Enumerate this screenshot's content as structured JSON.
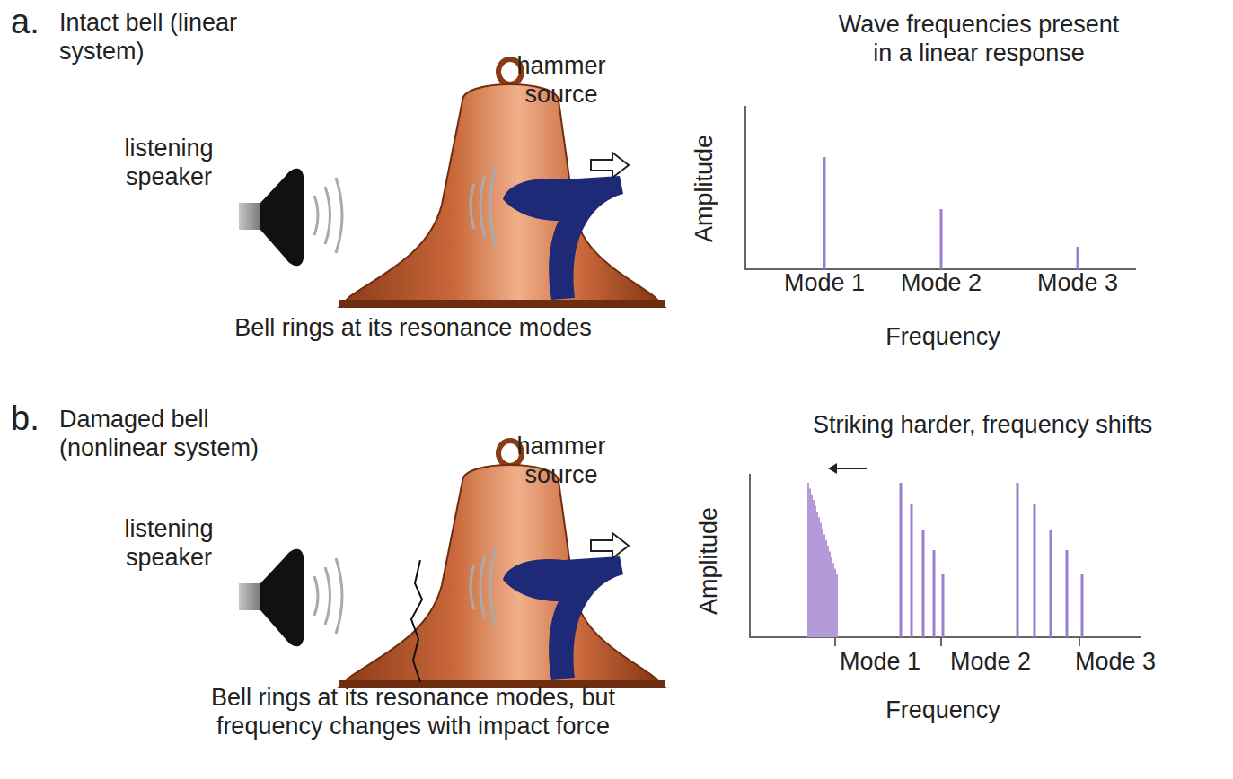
{
  "diagram": {
    "labels": [
      "a.",
      "Intact bell (linear system)",
      "hammer source",
      "listening speaker",
      "Bell rings at its resonance modes",
      "Wave frequencies present in a linear response",
      "Amplitude",
      "Mode 1",
      "Mode 2",
      "Mode 3",
      "Frequency",
      "b.",
      "Damaged bell (nonlinear system)",
      "hammer source",
      "listening speaker",
      "Bell rings at its resonance modes, but frequency changes with impact force",
      "Striking harder, frequency shifts",
      "Amplitude",
      "Mode 1",
      "Mode 2",
      "Mode 3",
      "Frequency"
    ]
  }
}
